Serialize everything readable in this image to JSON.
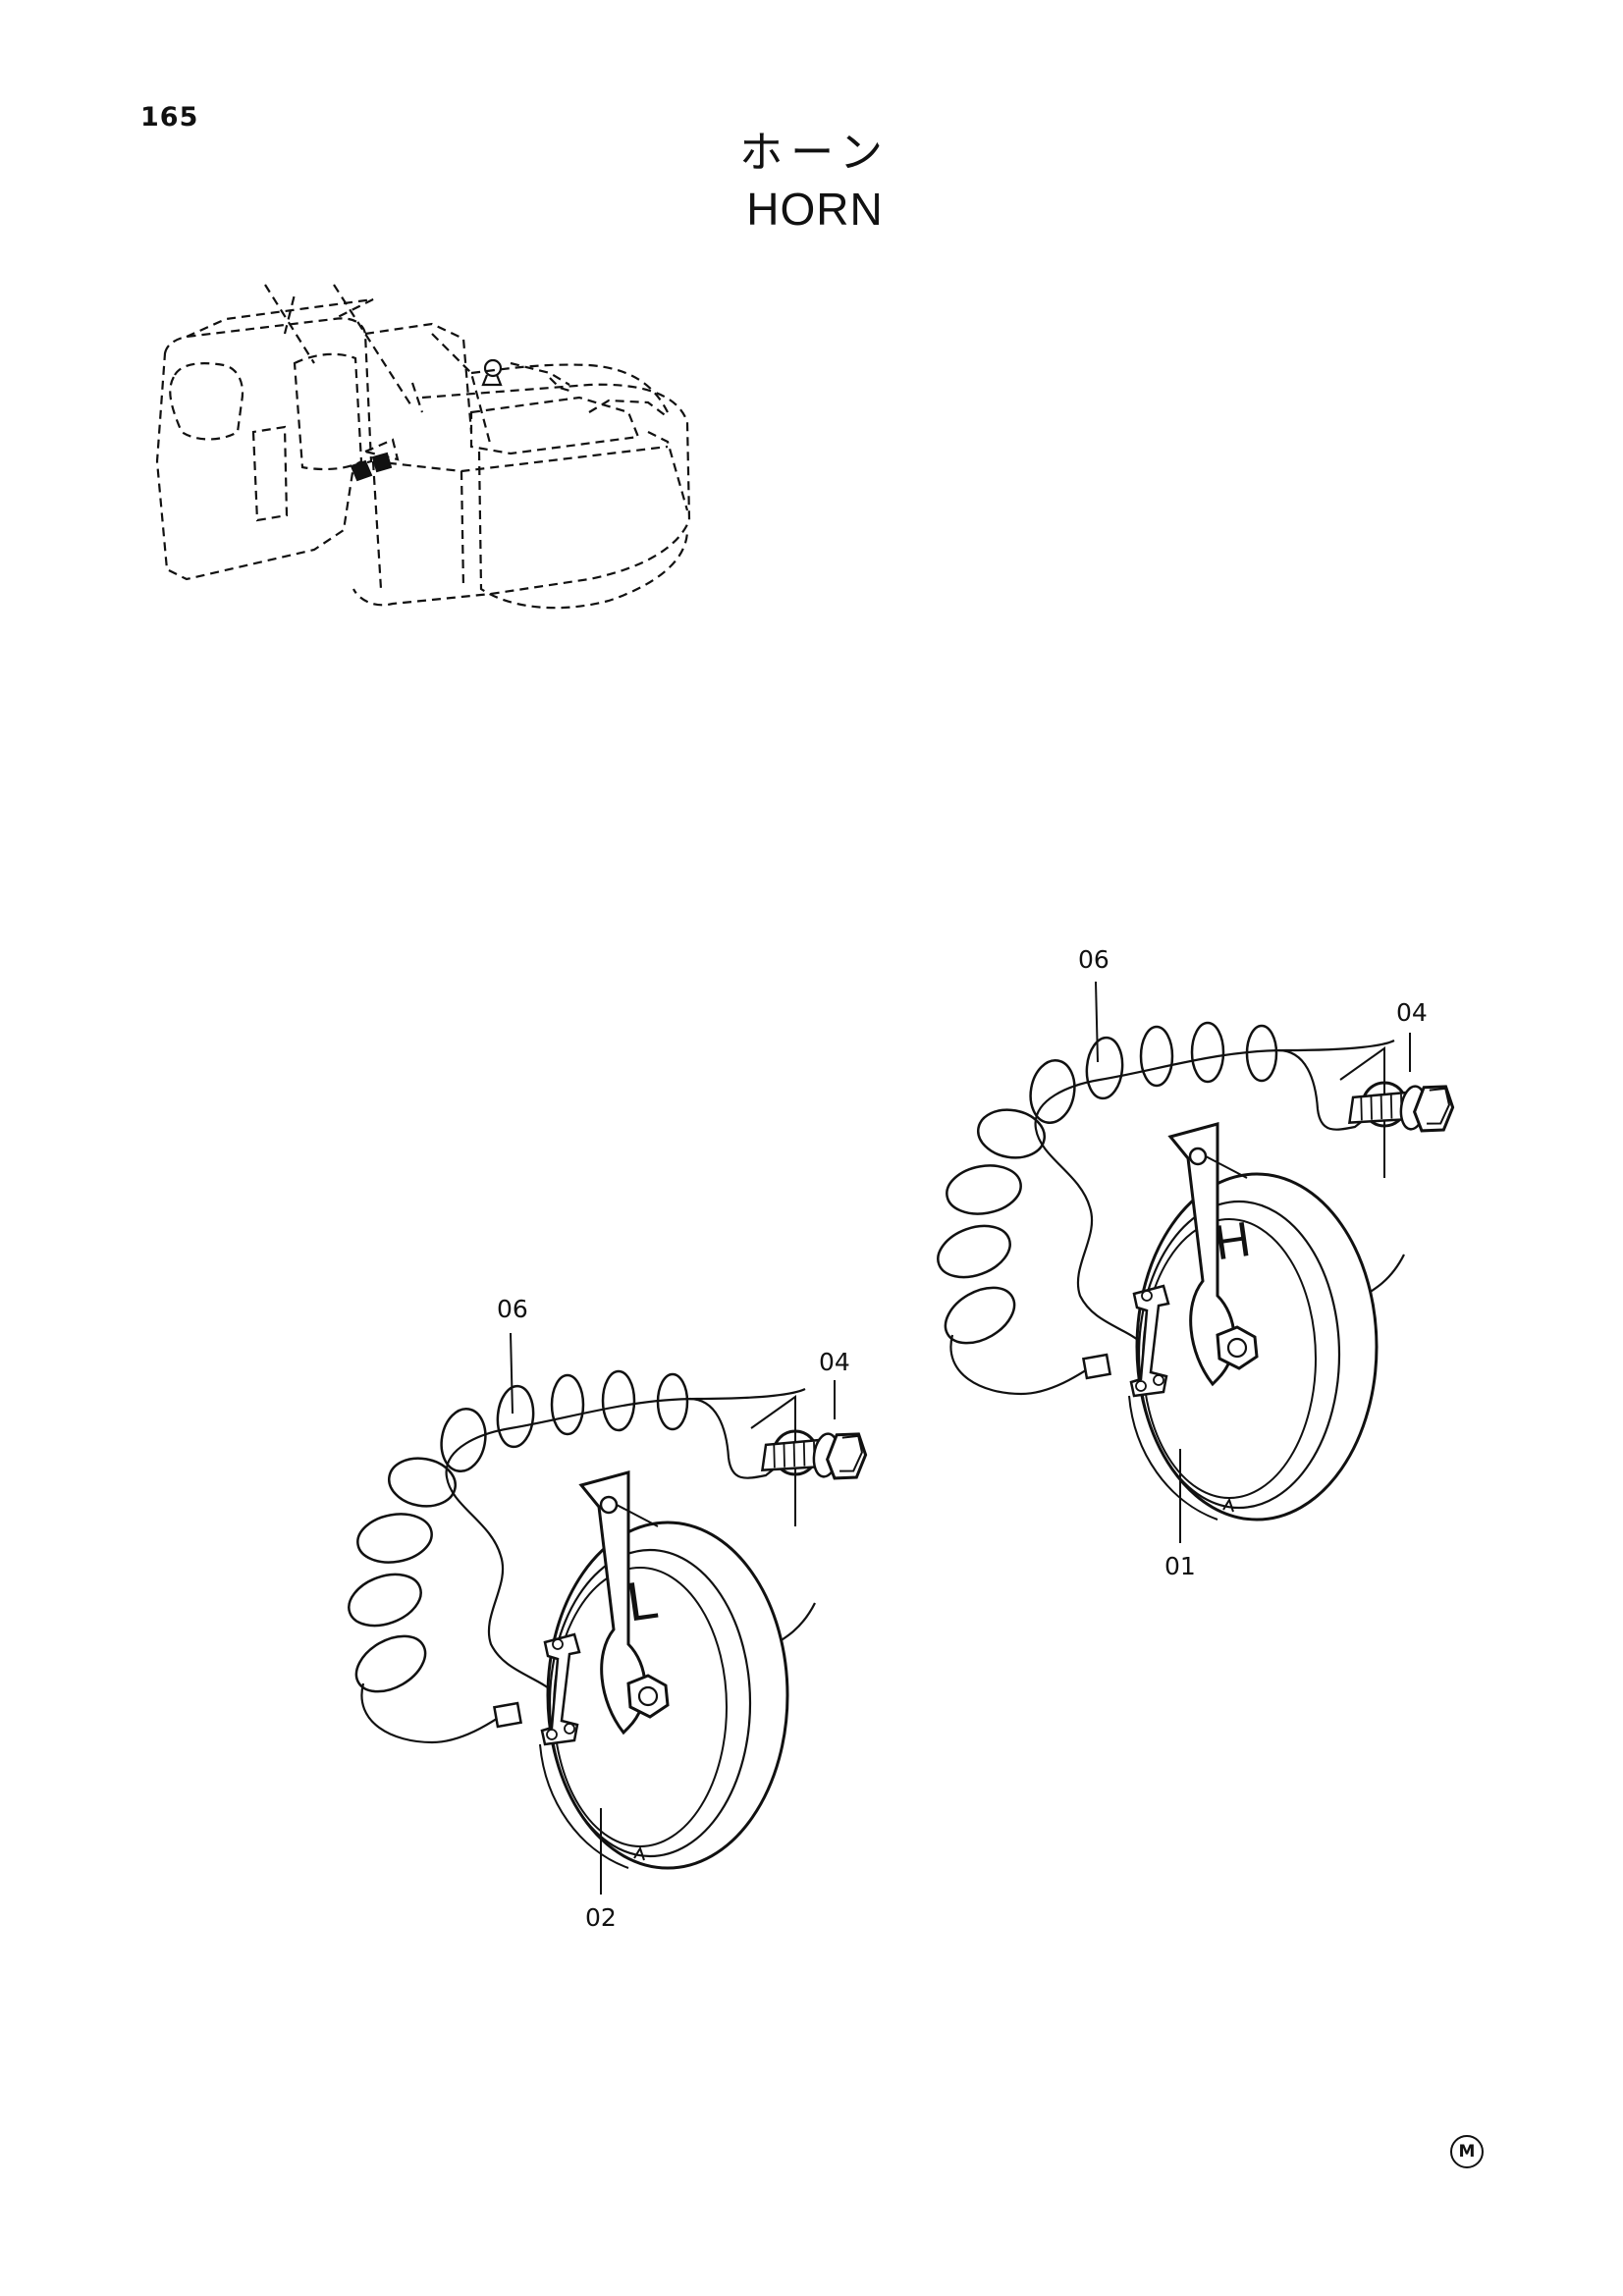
{
  "page": {
    "number": "165",
    "title_ja": "ホーン",
    "title_en": "HORN",
    "corner_mark": "M"
  },
  "callouts": {
    "upper_wire": "06",
    "upper_bolt": "04",
    "upper_horn": "01",
    "lower_wire": "06",
    "lower_bolt": "04",
    "lower_horn": "02"
  },
  "horns": {
    "upper_letter": "H",
    "lower_letter": "L"
  },
  "icons": {
    "machine": "excavator-outline-icon",
    "horn": "horn-icon",
    "bolt": "flange-bolt-icon",
    "wire": "coiled-wire-icon"
  },
  "colors": {
    "ink": "#111111",
    "paper": "#ffffff"
  }
}
